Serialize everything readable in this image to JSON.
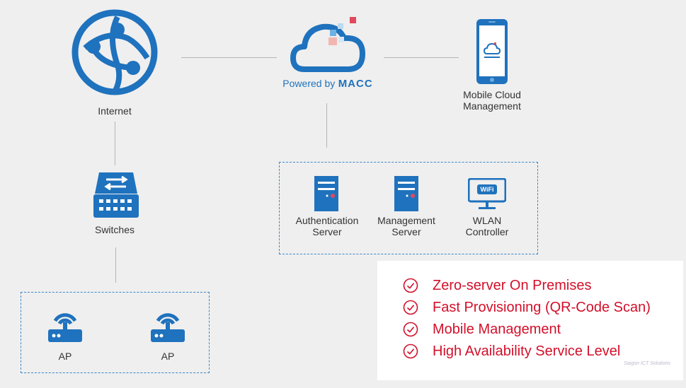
{
  "colors": {
    "primary_blue": "#1f72bd",
    "accent_red": "#d3102a",
    "background": "#efefef",
    "line": "#b5b5b5"
  },
  "nodes": {
    "internet": {
      "label": "Internet",
      "icon": "globe-icon"
    },
    "cloud": {
      "powered_by": "Powered by",
      "brand": "MACC",
      "icon": "cloud-icon"
    },
    "mobile": {
      "label_line1": "Mobile Cloud",
      "label_line2": "Management",
      "icon": "smartphone-icon"
    },
    "switches": {
      "label": "Switches",
      "icon": "switch-icon"
    },
    "auth_server": {
      "label_line1": "Authentication",
      "label_line2": "Server",
      "icon": "server-icon"
    },
    "mgmt_server": {
      "label_line1": "Management",
      "label_line2": "Server",
      "icon": "server-icon"
    },
    "wlan": {
      "label_line1": "WLAN",
      "label_line2": "Controller",
      "icon": "wifi-monitor-icon",
      "screen_text": "WiFi"
    },
    "ap1": {
      "label": "AP",
      "icon": "access-point-icon"
    },
    "ap2": {
      "label": "AP",
      "icon": "access-point-icon"
    }
  },
  "features": [
    "Zero-server On Premises",
    "Fast Provisioning (QR-Code Scan)",
    "Mobile Management",
    "High Availability Service Level"
  ],
  "watermark": "Saigon ICT Solutions"
}
